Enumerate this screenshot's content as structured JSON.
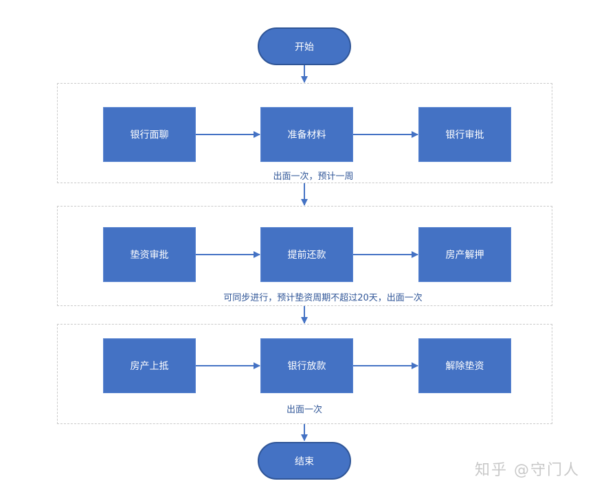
{
  "start_label": "开始",
  "end_label": "结束",
  "stages": [
    {
      "steps": [
        "银行面聊",
        "准备材料",
        "银行审批"
      ],
      "note": "出面一次，预计一周"
    },
    {
      "steps": [
        "垫资审批",
        "提前还款",
        "房产解押"
      ],
      "note": "可同步进行，预计垫资周期不超过20天，出面一次"
    },
    {
      "steps": [
        "房产上抵",
        "银行放款",
        "解除垫资"
      ],
      "note": "出面一次"
    }
  ],
  "watermark": "知乎 @守门人",
  "colors": {
    "box_fill": "#4472c4",
    "terminal_border": "#2f5597",
    "arrow": "#4472c4",
    "note_text": "#2f5597",
    "group_border": "#c9c9c9"
  }
}
